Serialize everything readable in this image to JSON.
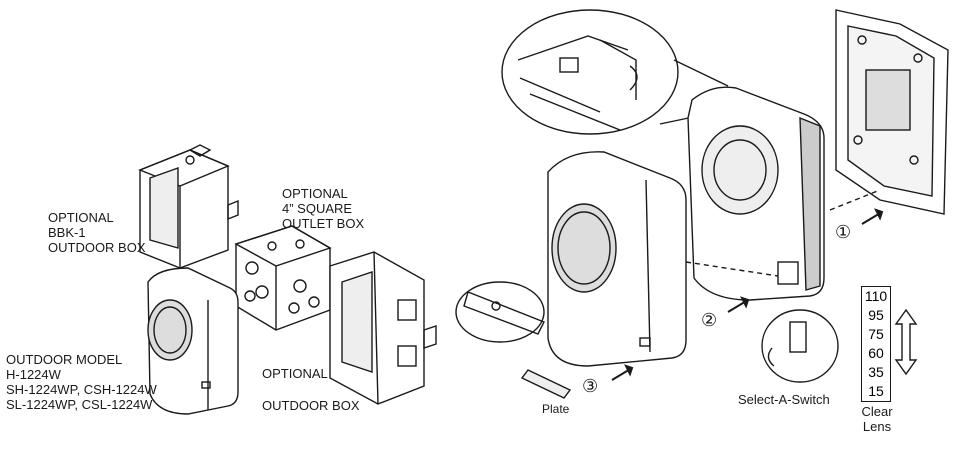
{
  "labels": {
    "optional_bbk1": [
      "OPTIONAL",
      "BBK-1",
      "OUTDOOR BOX"
    ],
    "optional_square": [
      "OPTIONAL",
      "4”  SQUARE",
      "OUTLET BOX"
    ],
    "outdoor_model": [
      "OUTDOOR MODEL",
      "H-1224W",
      "SH-1224WP, CSH-1224W",
      "SL-1224WP, CSL-1224W"
    ],
    "optional_outdoor": [
      "OPTIONAL",
      "OUTDOOR BOX"
    ],
    "plate": "Plate",
    "select_a_switch": "Select-A-Switch",
    "clear_lens": [
      "Clear",
      "Lens"
    ]
  },
  "steps": [
    "①",
    "②",
    "③"
  ],
  "candela_settings": [
    "110",
    "95",
    "75",
    "60",
    "35",
    "15"
  ],
  "colors": {
    "line": "#1a1a1a",
    "fill": "#ffffff",
    "shade": "#d9d9d9"
  }
}
